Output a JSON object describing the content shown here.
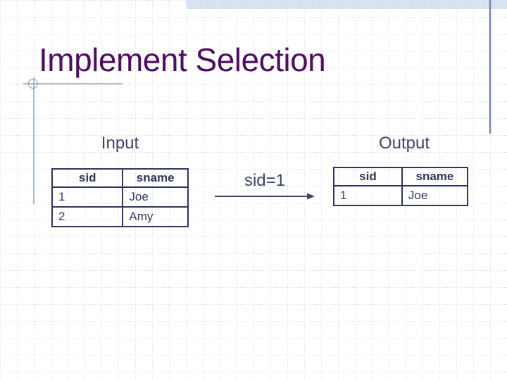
{
  "slide": {
    "title": "Implement Selection",
    "input_label": "Input",
    "output_label": "Output",
    "arrow_label": "sid=1"
  },
  "input_table": {
    "columns": [
      "sid",
      "sname"
    ],
    "rows": [
      [
        "1",
        "Joe"
      ],
      [
        "2",
        "Amy"
      ]
    ]
  },
  "output_table": {
    "columns": [
      "sid",
      "sname"
    ],
    "rows": [
      [
        "1",
        "Joe"
      ]
    ]
  },
  "colors": {
    "title_ink": "#4e0c62",
    "table_ink": "#2e355c",
    "label_ink": "#3d4566",
    "decor_line": "#93a5c4",
    "right_rule": "#7288ae",
    "top_strip_blue": "#c3d1e6",
    "grid_dot": "#d4d7de"
  }
}
